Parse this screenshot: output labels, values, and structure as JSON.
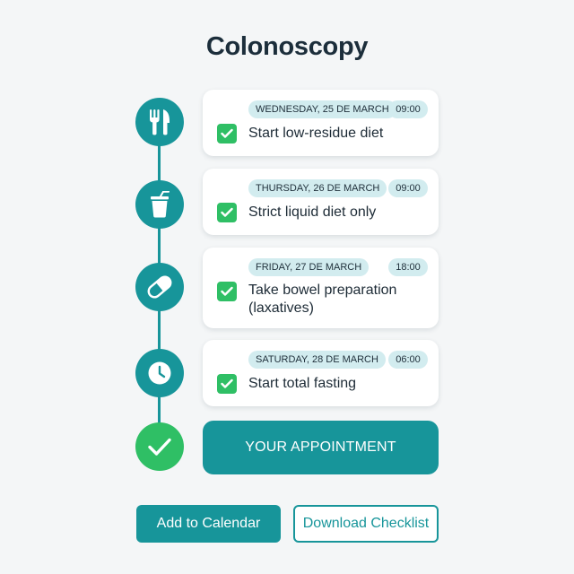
{
  "page": {
    "title": "Colonoscopy"
  },
  "steps": [
    {
      "icon": "utensils-icon",
      "date": "WEDNESDAY, 25 DE MARCH",
      "time": "09:00",
      "task": "Start low-residue diet",
      "checked": true
    },
    {
      "icon": "drink-cup-icon",
      "date": "THURSDAY, 26 DE MARCH",
      "time": "09:00",
      "task": "Strict liquid diet only",
      "checked": true
    },
    {
      "icon": "pill-icon",
      "date": "FRIDAY, 27 DE MARCH",
      "time": "18:00",
      "task": "Take bowel preparation (laxatives)",
      "checked": true
    },
    {
      "icon": "clock-icon",
      "date": "SATURDAY, 28 DE MARCH",
      "time": "06:00",
      "task": "Start total fasting",
      "checked": true
    }
  ],
  "appointment": {
    "icon": "checkmark-icon",
    "label": "YOUR APPOINTMENT"
  },
  "actions": {
    "add_calendar": "Add to Calendar",
    "download_checklist": "Download Checklist"
  },
  "colors": {
    "teal": "#17959a",
    "green": "#2fbf65",
    "pill_bg": "#d2ecef",
    "background": "#f4f6f7"
  }
}
